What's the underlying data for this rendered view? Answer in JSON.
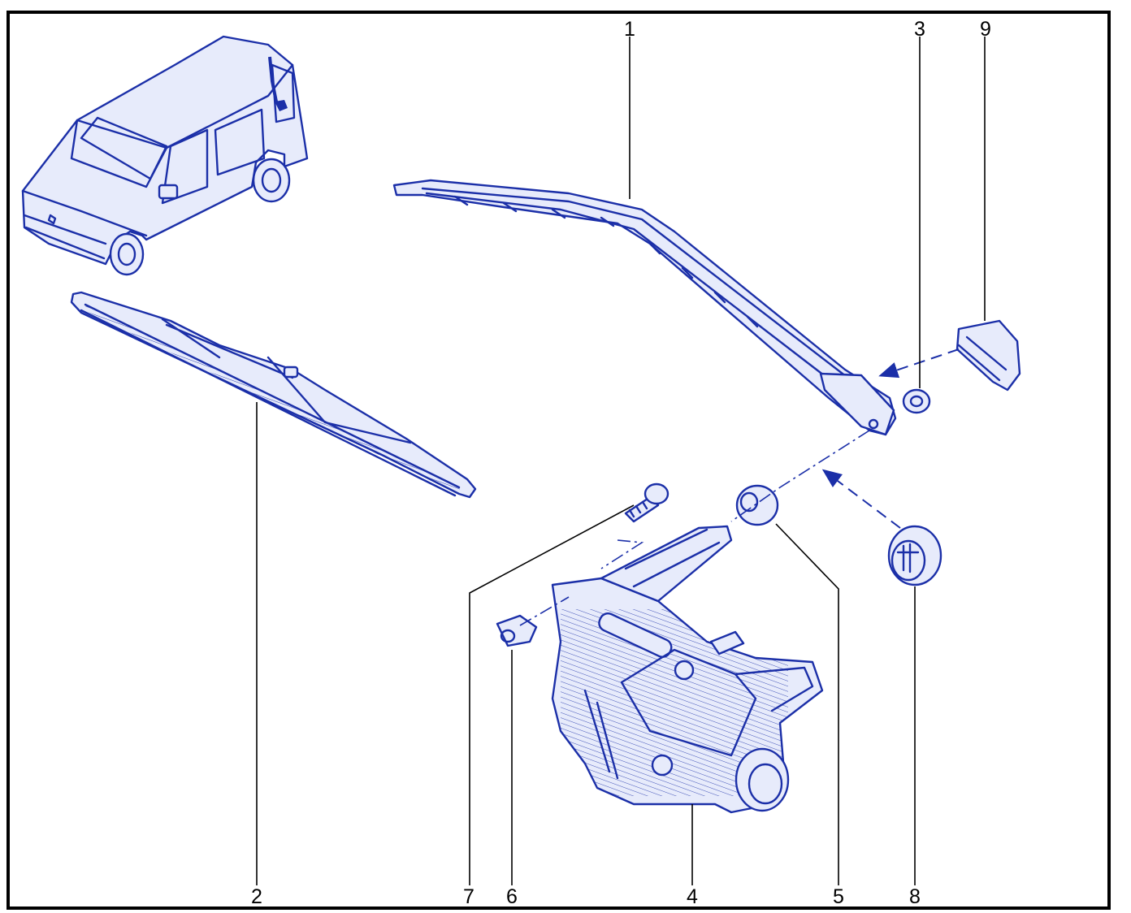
{
  "callouts": [
    "1",
    "2",
    "3",
    "4",
    "5",
    "6",
    "7",
    "8",
    "9"
  ],
  "colors": {
    "line": "#1b2fa8",
    "fill": "#e7ebfb",
    "frame": "#000000"
  }
}
